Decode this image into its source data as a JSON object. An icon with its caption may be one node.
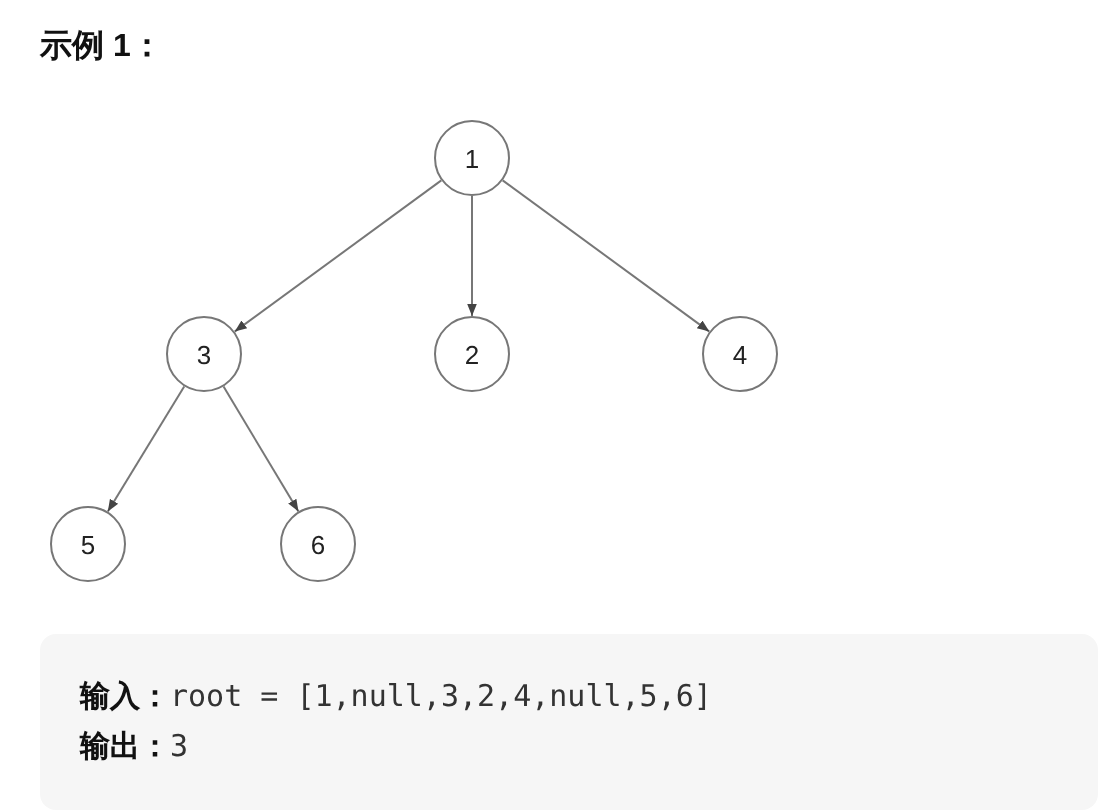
{
  "diagram": {
    "title": "示例 1：",
    "nodes": [
      {
        "text": [
          "1"
        ]
      },
      {
        "text": [
          "3"
        ]
      },
      {
        "text": [
          "2"
        ]
      },
      {
        "text": [
          "4"
        ]
      },
      {
        "text": [
          "5"
        ]
      },
      {
        "text": [
          "6"
        ]
      }
    ],
    "edges": [
      {
        "from": 0,
        "to": 1,
        "arrow": "to"
      },
      {
        "from": 0,
        "to": 2,
        "arrow": "to"
      },
      {
        "from": 0,
        "to": 3,
        "arrow": "to"
      },
      {
        "from": 1,
        "to": 4,
        "arrow": "to"
      },
      {
        "from": 1,
        "to": 5,
        "arrow": "to"
      }
    ],
    "labels": [
      "**输入：**root = [1,null,3,2,4,null,5,6]",
      "**输出：**3"
    ]
  }
}
